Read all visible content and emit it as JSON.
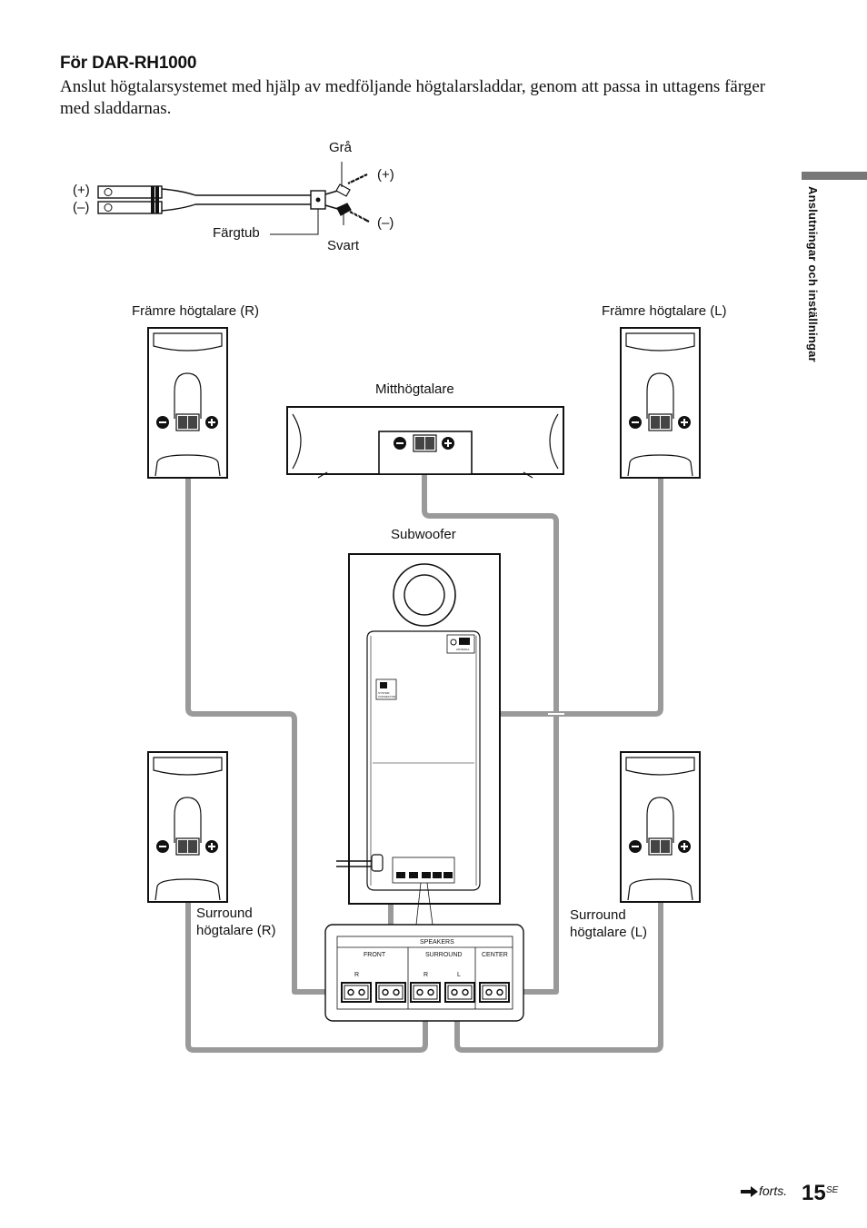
{
  "section": {
    "heading": "För DAR-RH1000",
    "intro": "Anslut högtalarsystemet med hjälp av medföljande högtalarsladdar, genom att passa in uttagens färger med sladdarnas."
  },
  "side_tab": {
    "label": "Anslutningar och inställningar"
  },
  "cord_diagram": {
    "plus_left": "(+)",
    "minus_left": "(–)",
    "plus_right": "(+)",
    "minus_right": "(–)",
    "gray_label": "Grå",
    "black_label": "Svart",
    "tube_label": "Färgtub"
  },
  "speakers": {
    "front_right": "Främre högtalare (R)",
    "front_left": "Främre högtalare (L)",
    "center": "Mitthögtalare",
    "subwoofer": "Subwoofer",
    "surround_right_line1": "Surround",
    "surround_right_line2": "högtalare (R)",
    "surround_left_line1": "Surround",
    "surround_left_line2": "högtalare (L)"
  },
  "panel": {
    "title": "SPEAKERS",
    "front": "FRONT",
    "surround": "SURROUND",
    "center": "CENTER",
    "r1": "R",
    "r2": "R",
    "l": "L"
  },
  "subwoofer_panel": {
    "system_connector_line1": "SYSTEM",
    "system_connector_line2": "CONNECTOR",
    "antenna": "ANTENNA"
  },
  "footer": {
    "arrow_icon": "arrow-right-icon",
    "forts": "forts.",
    "page_number": "15",
    "page_suffix": "SE"
  },
  "colors": {
    "cable": "#9a9a9a",
    "tab": "#777777",
    "ink": "#111111"
  }
}
